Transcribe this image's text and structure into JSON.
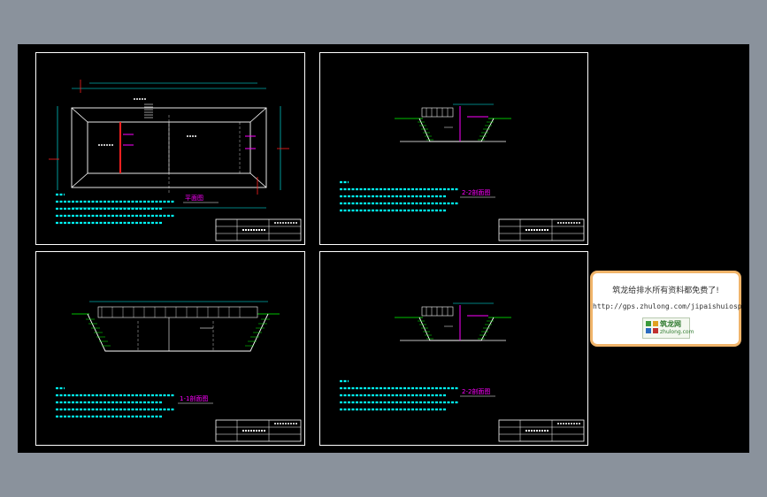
{
  "sheets": [
    {
      "id": "plan",
      "label": "平面图"
    },
    {
      "id": "section-2-2",
      "label": "2-2剖面图"
    },
    {
      "id": "section-1-1",
      "label": "1-1剖面图"
    },
    {
      "id": "section-2-2b",
      "label": "2-2剖面图"
    }
  ],
  "ad": {
    "line1": "筑龙给排水所有资料都免费了!",
    "url": "http://gps.zhulong.com/jipaishuiosp",
    "logo_text": "筑龙网",
    "logo_sub": "zhulong.com"
  },
  "colors": {
    "background": "#8a929c",
    "canvas": "#000000",
    "cyan": "#00ffff",
    "white": "#ffffff",
    "magenta": "#ff00ff",
    "green": "#00ff00",
    "red": "#ff2020",
    "ad_border": "#f0b46a"
  }
}
